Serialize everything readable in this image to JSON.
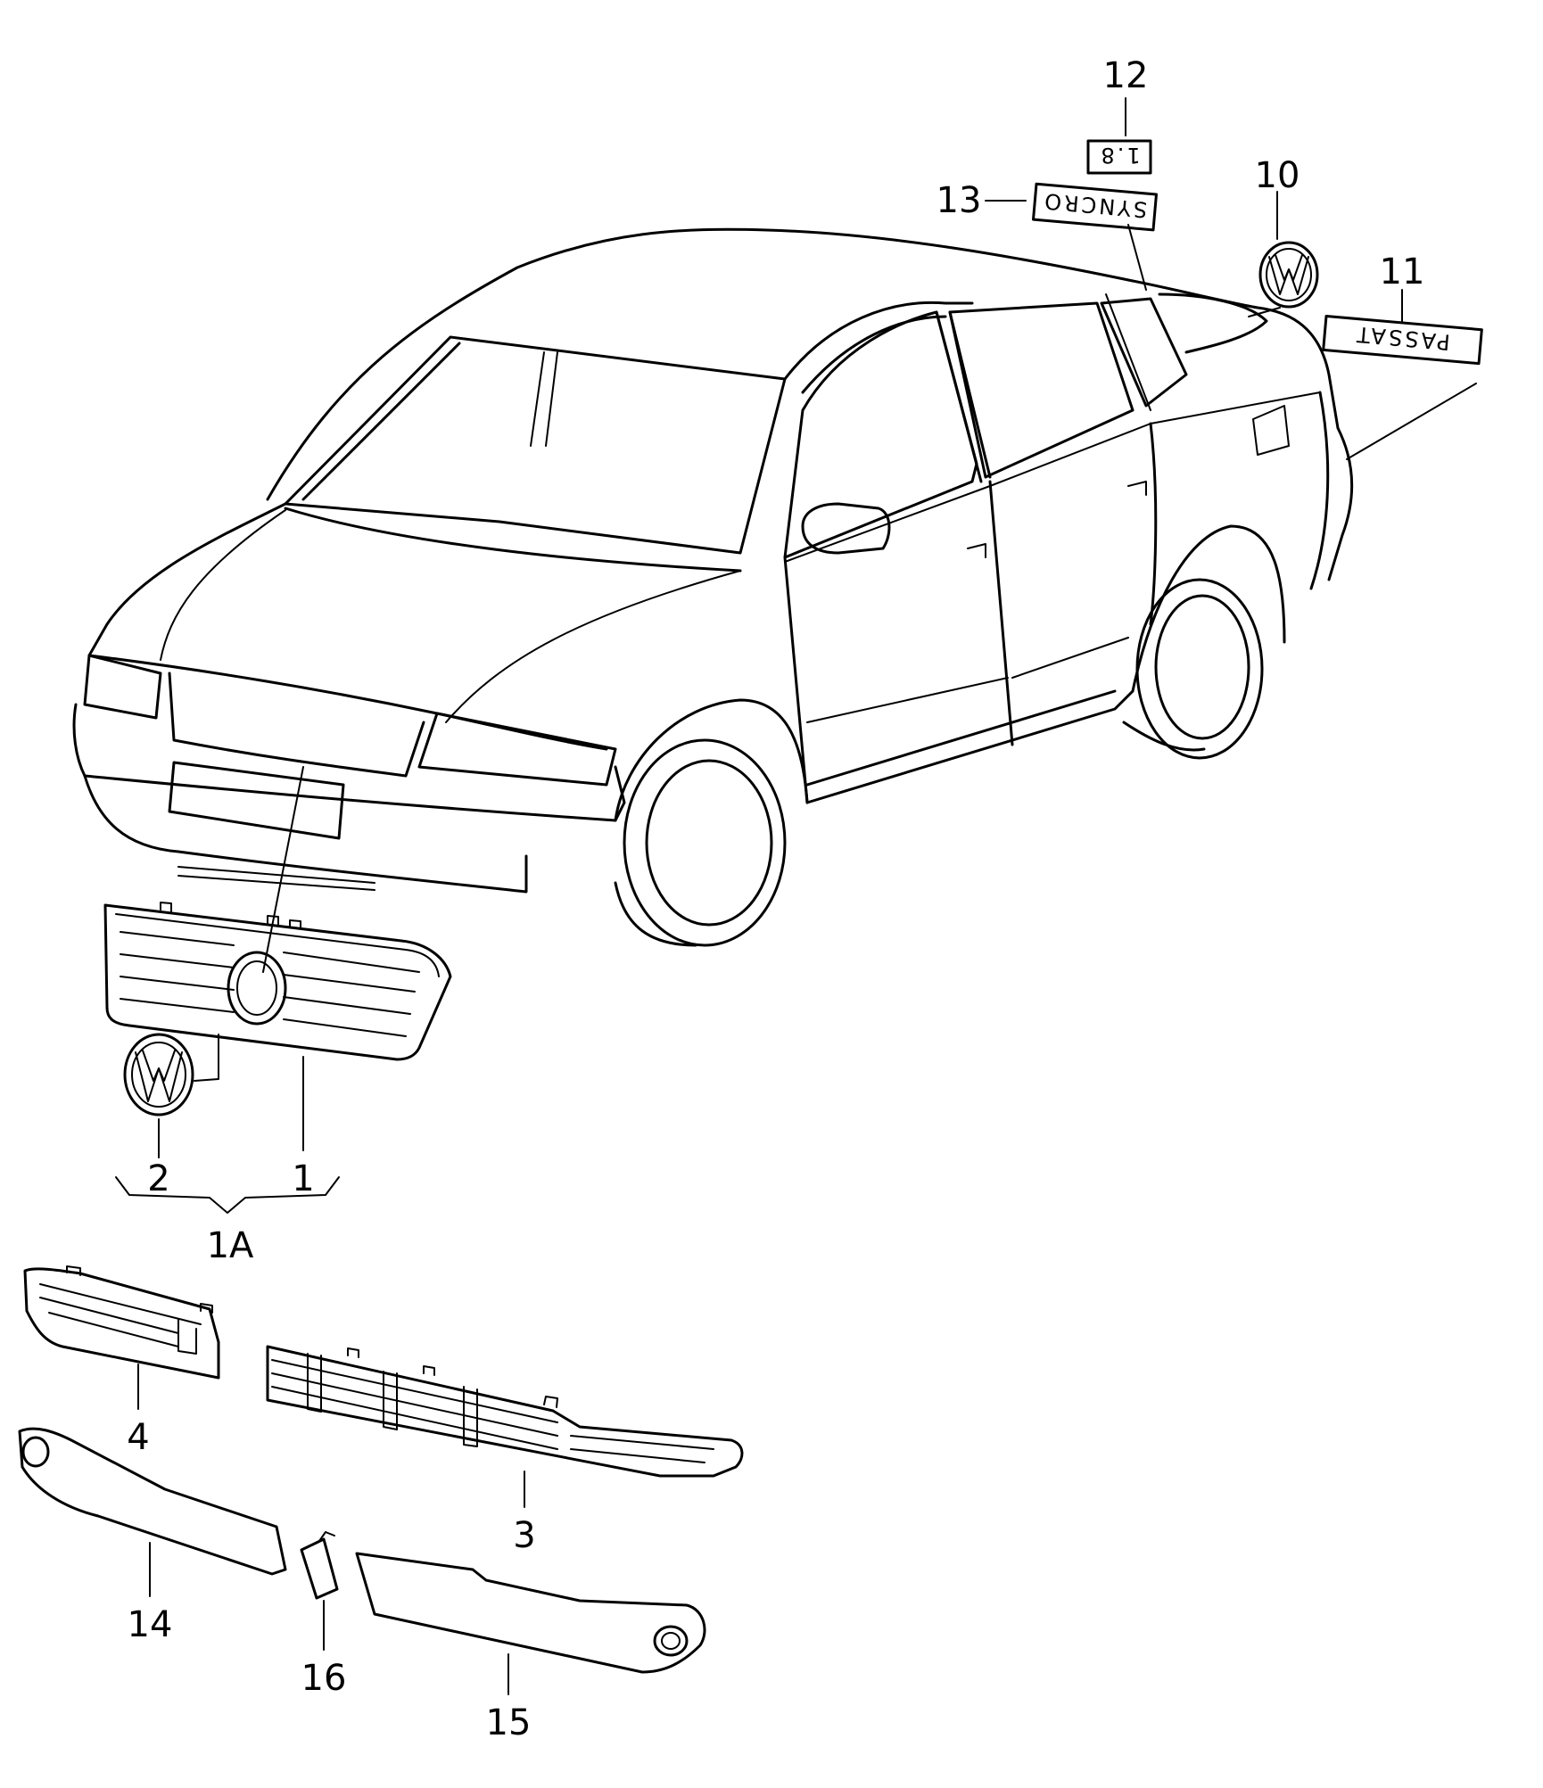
{
  "callouts": {
    "c1": "1",
    "c1A": "1A",
    "c2": "2",
    "c3": "3",
    "c4": "4",
    "c10": "10",
    "c11": "11",
    "c12": "12",
    "c13": "13",
    "c14": "14",
    "c15": "15",
    "c16": "16"
  },
  "badges": {
    "engine": "1.8",
    "syncro": "SYNCRO",
    "model": "PASSAT"
  }
}
